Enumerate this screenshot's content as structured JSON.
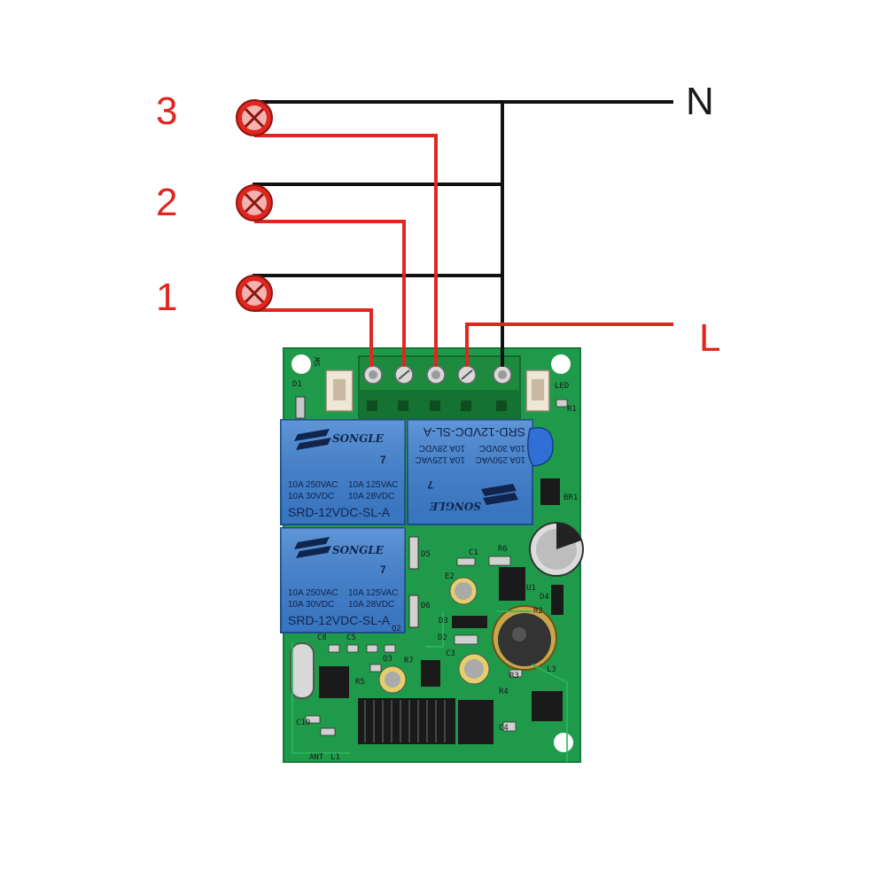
{
  "diagram": {
    "lamps": [
      {
        "label": "3"
      },
      {
        "label": "2"
      },
      {
        "label": "1"
      }
    ],
    "lines": {
      "neutral": "N",
      "live": "L"
    },
    "colors": {
      "wire_neutral": "#111111",
      "wire_live": "#e0261f",
      "lamp": "#e0261f",
      "board": "#1f9a4a",
      "relay": "#3d7fd0",
      "terminal_block": "#1d8a3e"
    },
    "board": {
      "relays": [
        {
          "brand": "SONGLE",
          "rating_ac1": "10A 250VAC",
          "rating_ac2": "10A 125VAC",
          "rating_dc1": "10A 30VDC",
          "rating_dc2": "10A 28VDC",
          "model": "SRD-12VDC-SL-A",
          "mark": "7"
        },
        {
          "brand": "SONGLE",
          "rating_ac1": "10A 250VAC",
          "rating_ac2": "10A 125VAC",
          "rating_dc1": "10A 30VDC",
          "rating_dc2": "10A 28VDC",
          "model": "SRD-12VDC-SL-A",
          "mark": "7"
        },
        {
          "brand": "SONGLE",
          "rating_ac1": "10A 250VAC",
          "rating_ac2": "10A 125VAC",
          "rating_dc1": "10A 30VDC",
          "rating_dc2": "10A 28VDC",
          "model": "SRD-12VDC-SL-A",
          "mark": "7"
        }
      ],
      "silkscreen": {
        "d1": "D1",
        "sw": "SW",
        "led": "LED",
        "r1": "R1",
        "br1": "BR1",
        "r6": "R6",
        "c1": "C1",
        "e2": "E2",
        "u1": "U1",
        "d4": "D4",
        "r2": "R2",
        "d5": "D5",
        "d6": "D6",
        "d3": "D3",
        "d2": "D2",
        "c8": "C8",
        "c5": "C5",
        "q2": "Q2",
        "q3": "Q3",
        "r7": "R7",
        "c3": "C3",
        "r5": "R5",
        "r3": "R3",
        "r4": "R4",
        "l3": "L3",
        "c10": "C10",
        "c4": "C4",
        "ant": "ANT",
        "l1": "L1"
      }
    }
  }
}
